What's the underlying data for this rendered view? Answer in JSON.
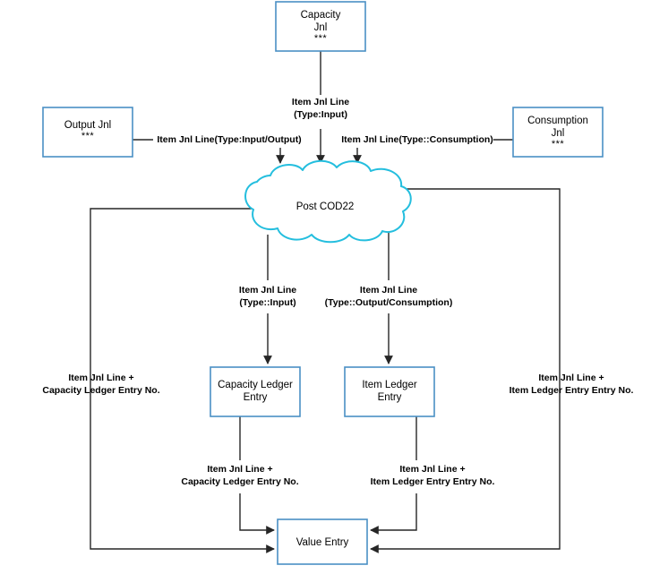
{
  "diagram": {
    "title": "Post COD22 item journal posting flow",
    "colors": {
      "box_border": "#4a8fc4",
      "cloud_border": "#24bede",
      "connector": "#595959",
      "connector_dark": "#262626",
      "background": "#ffffff",
      "text": "#000000"
    },
    "nodes": {
      "capacity_jnl": {
        "line1": "Capacity",
        "line2": "Jnl",
        "stars": "***"
      },
      "output_jnl": {
        "line1": "Output Jnl",
        "line2": "",
        "stars": "***"
      },
      "consumption_jnl": {
        "line1": "Consumption",
        "line2": "Jnl",
        "stars": "***"
      },
      "post_cod22": {
        "label": "Post COD22"
      },
      "capacity_ledger_entry": {
        "line1": "Capacity Ledger",
        "line2": "Entry"
      },
      "item_ledger_entry": {
        "line1": "Item Ledger",
        "line2": "Entry"
      },
      "value_entry": {
        "line1": "Value Entry",
        "line2": ""
      }
    },
    "edge_labels": {
      "capacity_to_cloud": {
        "line1": "Item Jnl Line",
        "line2": "(Type:Input)"
      },
      "output_to_cloud": {
        "line1": "Item Jnl Line(Type:Input/Output)",
        "line2": ""
      },
      "consumption_to_cloud": {
        "line1": "Item Jnl Line(Type::Consumption)",
        "line2": ""
      },
      "cloud_to_capacity_ledger": {
        "line1": "Item Jnl Line",
        "line2": "(Type::Input)"
      },
      "cloud_to_item_ledger": {
        "line1": "Item Jnl Line",
        "line2": "(Type::Output/Consumption)"
      },
      "left_outer": {
        "line1": "Item Jnl Line +",
        "line2": "Capacity Ledger Entry No."
      },
      "right_outer": {
        "line1": "Item Jnl Line +",
        "line2": "Item Ledger Entry Entry No."
      },
      "capacity_ledger_to_value": {
        "line1": "Item Jnl Line +",
        "line2": "Capacity Ledger Entry No."
      },
      "item_ledger_to_value": {
        "line1": "Item Jnl Line +",
        "line2": "Item Ledger Entry Entry No."
      }
    }
  }
}
